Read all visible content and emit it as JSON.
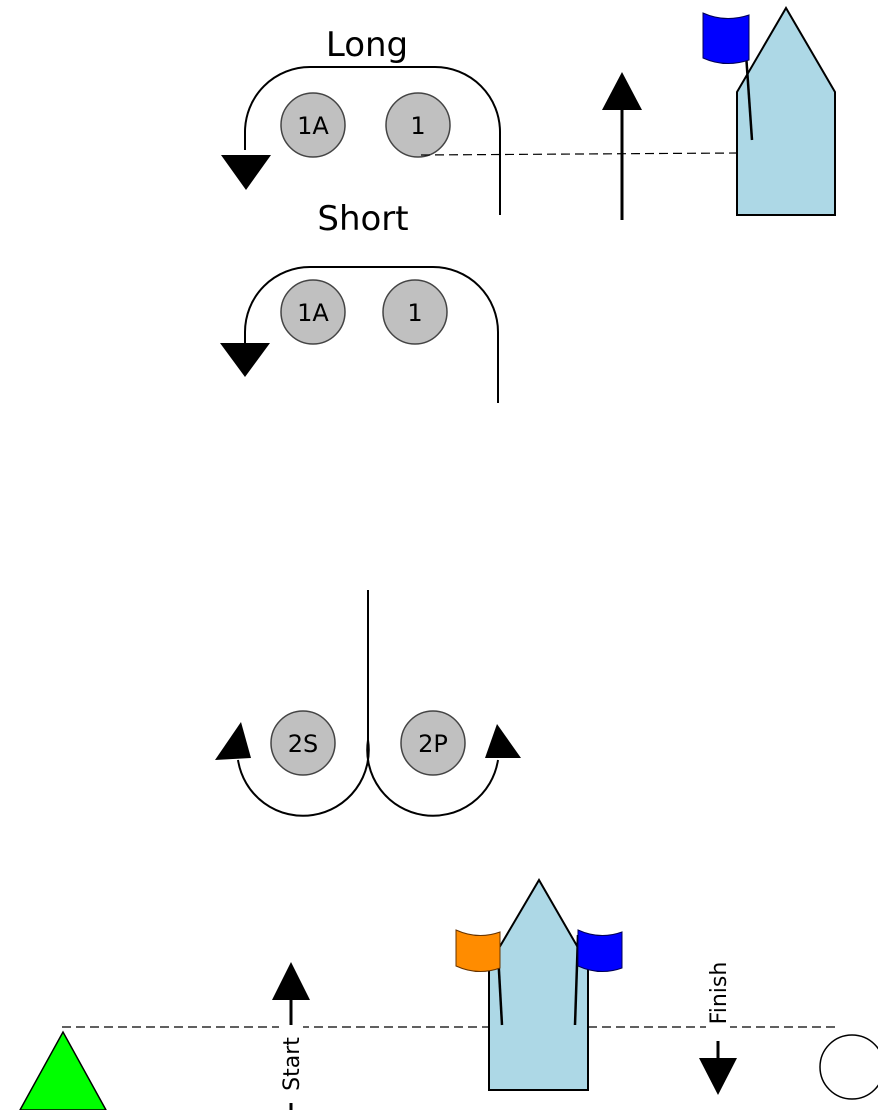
{
  "labels": {
    "long": "Long",
    "short": "Short",
    "start": "Start",
    "finish": "Finish"
  },
  "marks": {
    "long_1a": "1A",
    "long_1": "1",
    "short_1a": "1A",
    "short_1": "1",
    "gate_2s": "2S",
    "gate_2p": "2P"
  },
  "colors": {
    "mark_fill": "#c0c0c0",
    "committee_boat": "#add8e6",
    "blue_flag": "#0000ff",
    "orange_flag": "#ff8c00",
    "pin_buoy": "#00ff00",
    "finish_buoy": "#ffffff"
  }
}
